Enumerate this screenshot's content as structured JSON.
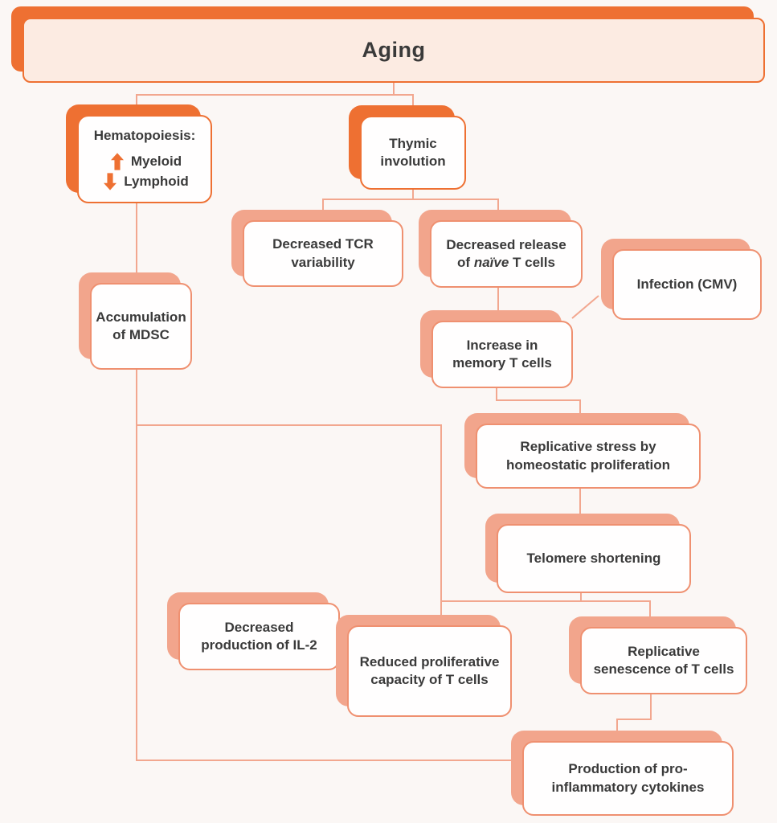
{
  "diagram": {
    "title": "Aging",
    "colors": {
      "accent_dark_orange": "#ee7032",
      "accent_salmon": "#f2a58c",
      "box_border_salmon": "#ef9070",
      "banner_fill": "#fcebe2",
      "background": "#fbf7f5",
      "text": "#3a3a3a",
      "connector": "#f2a78f"
    },
    "nodes": {
      "aging": {
        "label": "Aging"
      },
      "hematopoiesis": {
        "title": "Hematopoiesis:",
        "up_label": "Myeloid",
        "down_label": "Lymphoid"
      },
      "thymic": {
        "label": "Thymic involution"
      },
      "tcr": {
        "label": "Decreased TCR variability"
      },
      "release": {
        "pre": "Decreased release of ",
        "italic": "naïve",
        "post": " T cells"
      },
      "infection": {
        "label": "Infection (CMV)"
      },
      "mdsc": {
        "label": "Accumulation of MDSC"
      },
      "memory": {
        "label": "Increase in memory T cells"
      },
      "repstress": {
        "label": "Replicative stress by homeostatic proliferation"
      },
      "telomere": {
        "label": "Telomere shortening"
      },
      "il2": {
        "label": "Decreased production of IL-2"
      },
      "reduced": {
        "label": "Reduced proliferative capacity of T cells"
      },
      "senescence": {
        "label": "Replicative senescence of T cells"
      },
      "production": {
        "label": "Production of pro-inflammatory cytokines"
      }
    },
    "edges": [
      {
        "from": "Aging",
        "to": "Hematopoiesis"
      },
      {
        "from": "Aging",
        "to": "Thymic involution"
      },
      {
        "from": "Thymic involution",
        "to": "Decreased TCR variability"
      },
      {
        "from": "Thymic involution",
        "to": "Decreased release of naïve T cells"
      },
      {
        "from": "Hematopoiesis",
        "to": "Accumulation of MDSC"
      },
      {
        "from": "Decreased release of naïve T cells",
        "to": "Increase in memory T cells"
      },
      {
        "from": "Infection (CMV)",
        "to": "Increase in memory T cells"
      },
      {
        "from": "Increase in memory T cells",
        "to": "Replicative stress by homeostatic proliferation"
      },
      {
        "from": "Replicative stress by homeostatic proliferation",
        "to": "Telomere shortening"
      },
      {
        "from": "Telomere shortening",
        "to": "Reduced proliferative capacity of T cells"
      },
      {
        "from": "Telomere shortening",
        "to": "Replicative senescence of T cells"
      },
      {
        "from": "Accumulation of MDSC",
        "to": "Reduced proliferative capacity of T cells"
      },
      {
        "from": "Decreased production of IL-2",
        "to": "Reduced proliferative capacity of T cells"
      },
      {
        "from": "Replicative senescence of T cells",
        "to": "Production of pro-inflammatory cytokines"
      },
      {
        "from": "Accumulation of MDSC",
        "to": "Production of pro-inflammatory cytokines"
      }
    ]
  }
}
